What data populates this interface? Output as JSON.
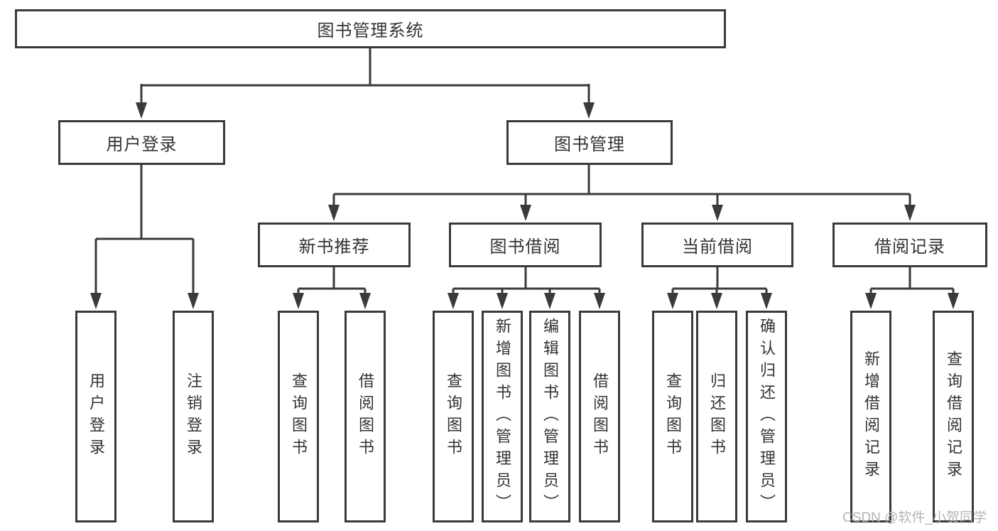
{
  "diagram": {
    "title": "图书管理系统",
    "root": {
      "label": "图书管理系统"
    },
    "level2": [
      {
        "id": "user-login",
        "label": "用户登录"
      },
      {
        "id": "book-management",
        "label": "图书管理"
      }
    ],
    "level3": [
      {
        "id": "new-book-recommend",
        "label": "新书推荐",
        "parent": "图书管理"
      },
      {
        "id": "book-borrowing",
        "label": "图书借阅",
        "parent": "图书管理"
      },
      {
        "id": "current-borrowing",
        "label": "当前借阅",
        "parent": "图书管理"
      },
      {
        "id": "borrowing-records",
        "label": "借阅记录",
        "parent": "图书管理"
      }
    ],
    "leaves": [
      {
        "parent": "用户登录",
        "label": "用户登录"
      },
      {
        "parent": "用户登录",
        "label": "注销登录"
      },
      {
        "parent": "新书推荐",
        "label": "查询图书"
      },
      {
        "parent": "新书推荐",
        "label": "借阅图书"
      },
      {
        "parent": "图书借阅",
        "label": "查询图书"
      },
      {
        "parent": "图书借阅",
        "label": "新增图书（管理员）"
      },
      {
        "parent": "图书借阅",
        "label": "编辑图书（管理员）"
      },
      {
        "parent": "图书借阅",
        "label": "借阅图书"
      },
      {
        "parent": "当前借阅",
        "label": "查询图书"
      },
      {
        "parent": "当前借阅",
        "label": "归还图书"
      },
      {
        "parent": "当前借阅",
        "label": "确认归还（管理员）"
      },
      {
        "parent": "借阅记录",
        "label": "新增借阅记录"
      },
      {
        "parent": "借阅记录",
        "label": "查询借阅记录"
      }
    ]
  },
  "watermark": {
    "text": "CSDN @软件_小贺同学"
  },
  "colors": {
    "line": "#3a3a3a",
    "box_border": "#3a3a3a",
    "text": "#333333",
    "watermark": "#b4b4b4",
    "background": "#ffffff"
  }
}
